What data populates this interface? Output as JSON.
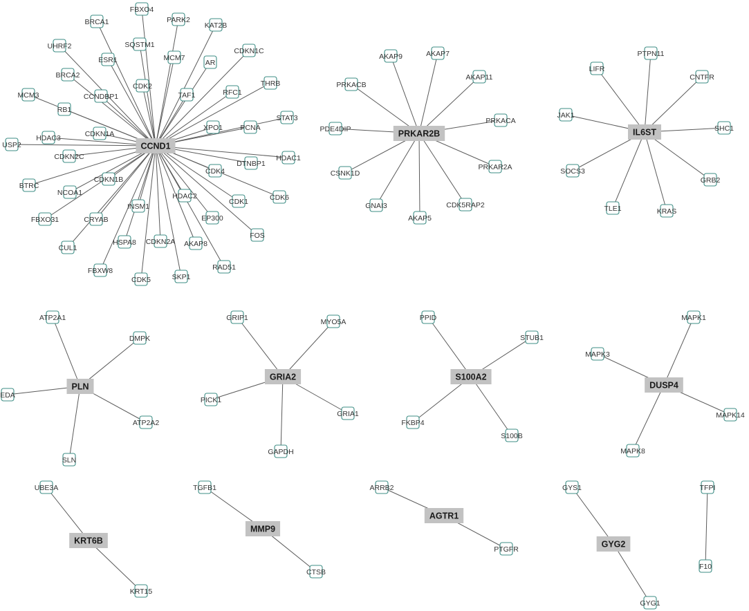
{
  "colors": {
    "node_border": "#3c8c84",
    "hub_fill": "#c2c2c2",
    "edge": "#5a5a5a"
  },
  "networks": [
    {
      "id": "ccnd1",
      "hub": "CCND1",
      "neighbors": [
        "FBXO4",
        "BRCA1",
        "PARK2",
        "KAT2B",
        "SQSTM1",
        "UHRF2",
        "ESR1",
        "MCM7",
        "CDKN1C",
        "AR",
        "BRCA2",
        "CDK2",
        "TAF1",
        "THRB",
        "CCNDBP1",
        "RFC1",
        "MCM3",
        "RB1",
        "STAT3",
        "PCNA",
        "XPO1",
        "CDKN1A",
        "HDAC3",
        "USP2",
        "CDKN2C",
        "HDAC1",
        "DTNBP1",
        "CDK4",
        "BTRC",
        "CDKN1B",
        "NCOA1",
        "CDK6",
        "HDAC2",
        "CDK1",
        "INSM1",
        "FBXO31",
        "CRYAB",
        "EP300",
        "FOS",
        "CUL1",
        "HSPA8",
        "CDKN2A",
        "AKAP8",
        "RAD51",
        "FBXW8",
        "CDK5",
        "SKP1"
      ]
    },
    {
      "id": "prkar2b",
      "hub": "PRKAR2B",
      "neighbors": [
        "AKAP9",
        "AKAP7",
        "AKAP11",
        "PRKACB",
        "PRKACA",
        "PDE4DIP",
        "PRKAR2A",
        "CSNK1D",
        "GNAI3",
        "CDK5RAP2",
        "AKAP5"
      ]
    },
    {
      "id": "il6st",
      "hub": "IL6ST",
      "neighbors": [
        "PTPN11",
        "LIFR",
        "CNTFR",
        "JAK1",
        "SHC1",
        "SOCS3",
        "GRB2",
        "TLE1",
        "KRAS"
      ]
    },
    {
      "id": "pln",
      "hub": "PLN",
      "neighbors": [
        "ATP2A1",
        "DMPK",
        "EDA",
        "ATP2A2",
        "SLN"
      ]
    },
    {
      "id": "gria2",
      "hub": "GRIA2",
      "neighbors": [
        "GRIP1",
        "MYO5A",
        "PICK1",
        "GRIA1",
        "GAPDH"
      ]
    },
    {
      "id": "s100a2",
      "hub": "S100A2",
      "neighbors": [
        "PPID",
        "STUB1",
        "FKBP4",
        "S100B"
      ]
    },
    {
      "id": "dusp4",
      "hub": "DUSP4",
      "neighbors": [
        "MAPK1",
        "MAPK3",
        "MAPK14",
        "MAPK8"
      ]
    },
    {
      "id": "krt6b",
      "hub": "KRT6B",
      "neighbors": [
        "UBE3A",
        "KRT15"
      ]
    },
    {
      "id": "mmp9",
      "hub": "MMP9",
      "neighbors": [
        "TGFB1",
        "CTSB"
      ]
    },
    {
      "id": "agtr1",
      "hub": "AGTR1",
      "neighbors": [
        "ARRB2",
        "PTGFR"
      ]
    },
    {
      "id": "gyg2",
      "hub": "GYG2",
      "neighbors": [
        "GYS1",
        "GYG1"
      ]
    },
    {
      "id": "tfpi",
      "hub": "",
      "pair": [
        "TFPI",
        "F10"
      ]
    }
  ]
}
